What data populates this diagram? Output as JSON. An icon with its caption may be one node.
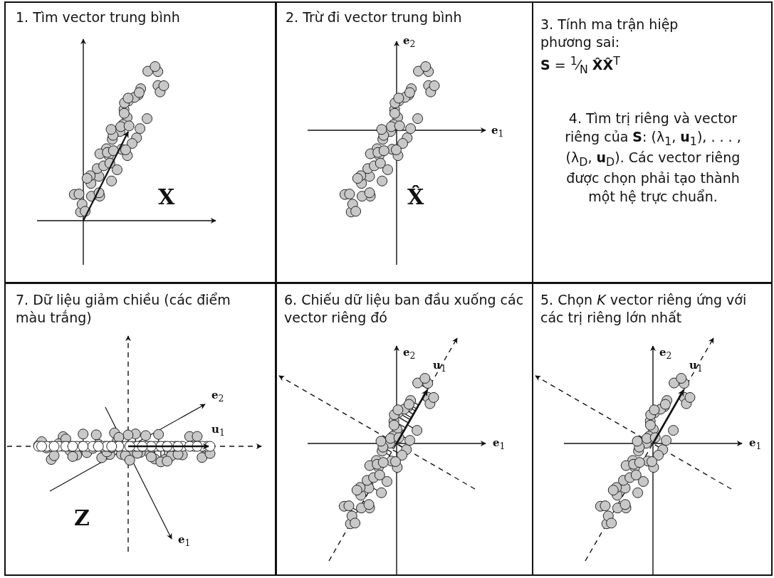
{
  "diagram": {
    "nodes": [
      {
        "text": [
          "1. Tìm vector trung bình"
        ]
      },
      {
        "text": [
          "2. Trừ đi vector trung bình"
        ]
      },
      {
        "text": [
          "3. Tính ma trận hiệp phương sai:",
          "**S** = $^{1}$⁄$_{N}$ **X̂X̂**$^{T}$",
          "4. Tìm trị riêng và vector riêng của **S**: (λ$_{1}$, **u**$_{1}$), . . . , (λ$_{D}$, **u**$_{D}$). Các vector riêng được chọn phải tạo thành một hệ trực chuẩn."
        ]
      },
      {
        "text": [
          "7. Dữ liệu giảm chiều (các điểm màu trắng)"
        ]
      },
      {
        "text": [
          "6. Chiếu dữ liệu ban đầu xuống các vector riêng đó"
        ]
      },
      {
        "text": [
          "5. Chọn *K* vector riêng ứng với các trị riêng lớn nhất"
        ]
      }
    ],
    "labels": [
      "X",
      "**e**$_{2}$",
      "**e**$_{1}$",
      "X̂",
      "**e**$_{2}$",
      "**u**$_{1}$",
      "**e**$_{1}$",
      "Z",
      "**e**$_{2}$",
      "**u**$_{1}$",
      "**e**$_{1}$",
      "**e**$_{2}$",
      "**u**$_{1}$",
      "**e**$_{1}$"
    ]
  }
}
